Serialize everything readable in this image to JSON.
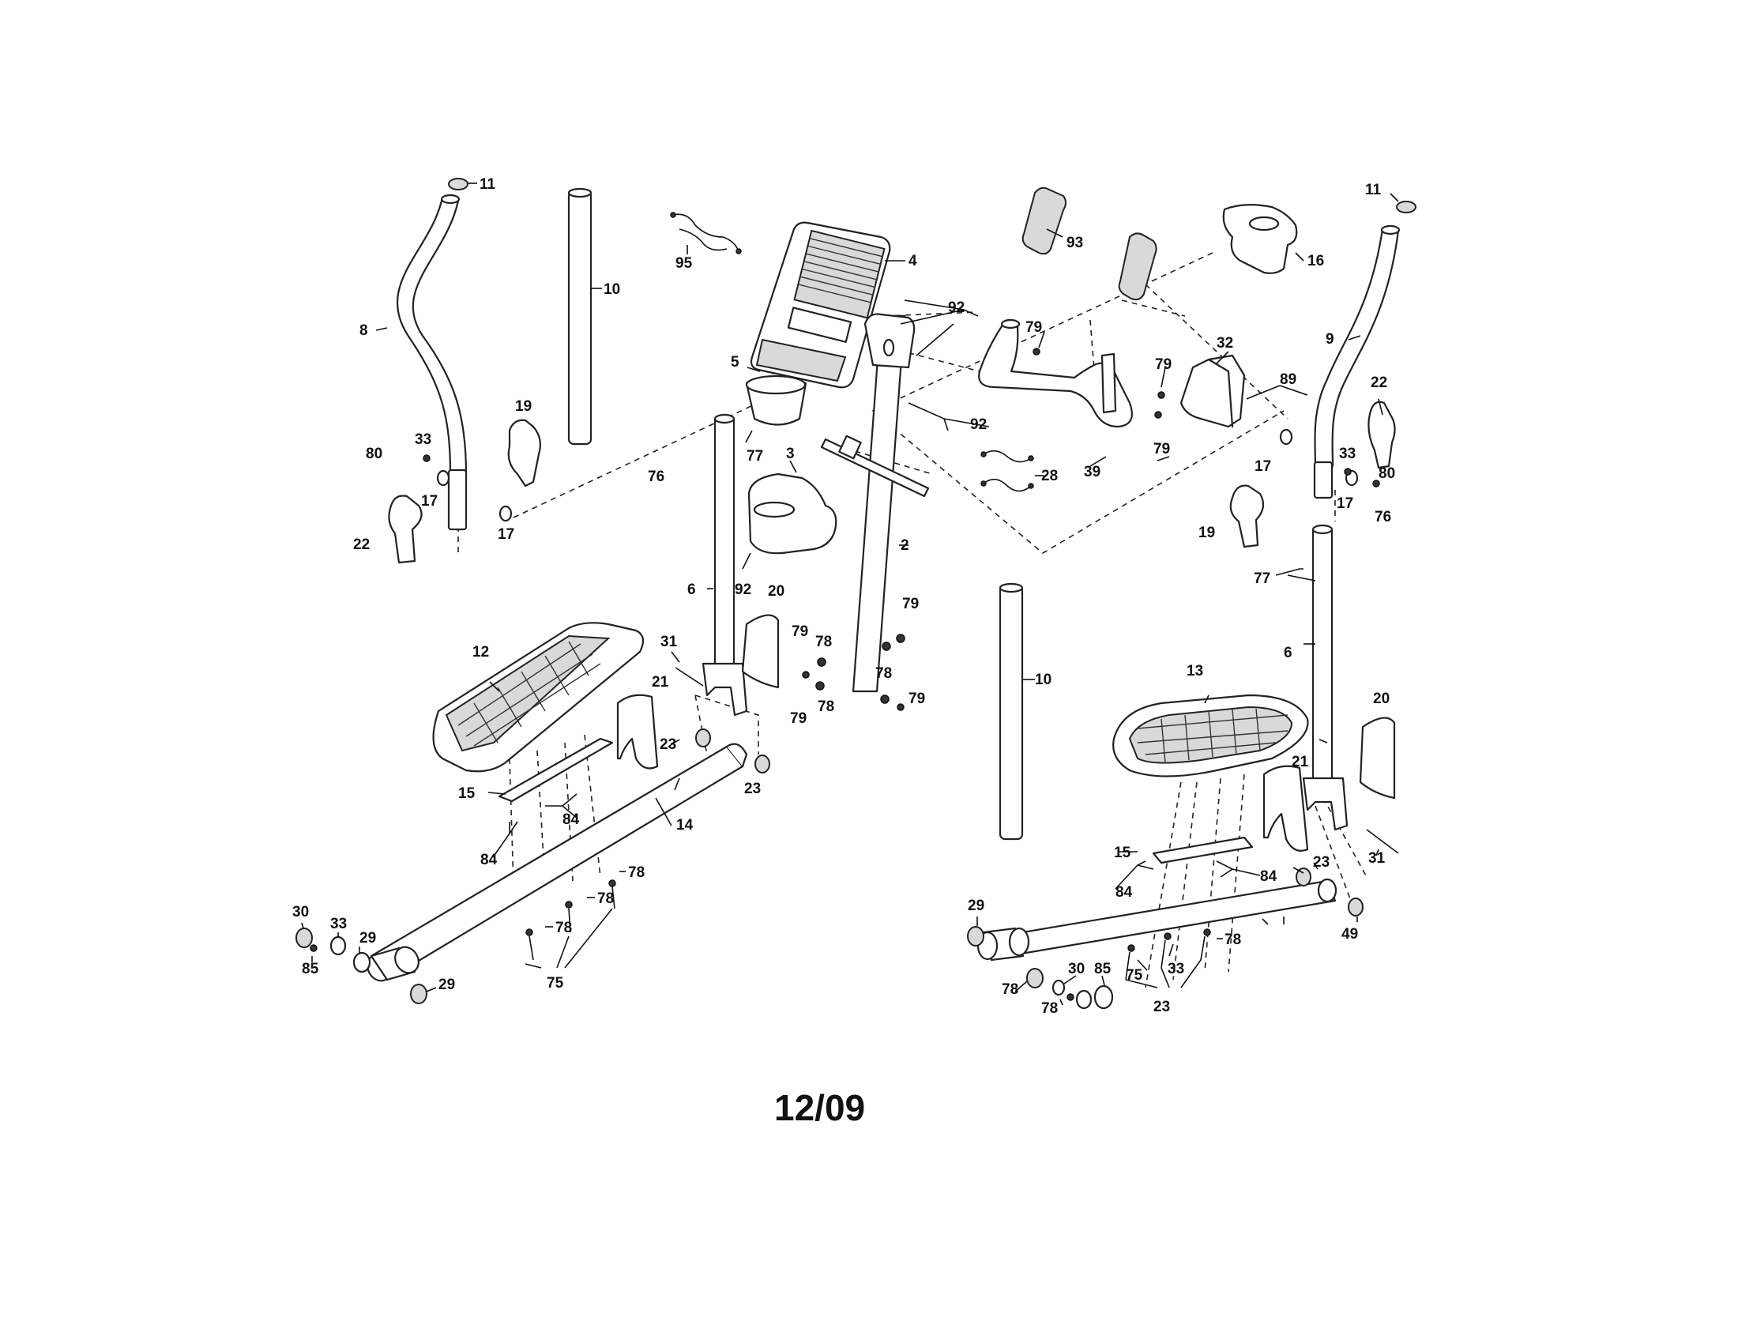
{
  "diagram": {
    "footer_date": "12/09",
    "callouts": [
      "11",
      "10",
      "95",
      "4",
      "93",
      "16",
      "11",
      "8",
      "92",
      "9",
      "79",
      "79",
      "32",
      "89",
      "22",
      "5",
      "92",
      "77",
      "3",
      "33",
      "80",
      "17",
      "19",
      "17",
      "22",
      "76",
      "2",
      "28",
      "39",
      "79",
      "17",
      "80",
      "33",
      "17",
      "76",
      "19",
      "77",
      "6",
      "92",
      "20",
      "79",
      "79",
      "78",
      "31",
      "12",
      "21",
      "78",
      "78",
      "79",
      "79",
      "10",
      "13",
      "6",
      "20",
      "23",
      "15",
      "23",
      "14",
      "84",
      "84",
      "21",
      "15",
      "23",
      "84",
      "84",
      "31",
      "78",
      "78",
      "30",
      "33",
      "29",
      "85",
      "78",
      "75",
      "29",
      "29",
      "78",
      "78",
      "33",
      "30",
      "85",
      "78",
      "75",
      "23",
      "49"
    ]
  }
}
